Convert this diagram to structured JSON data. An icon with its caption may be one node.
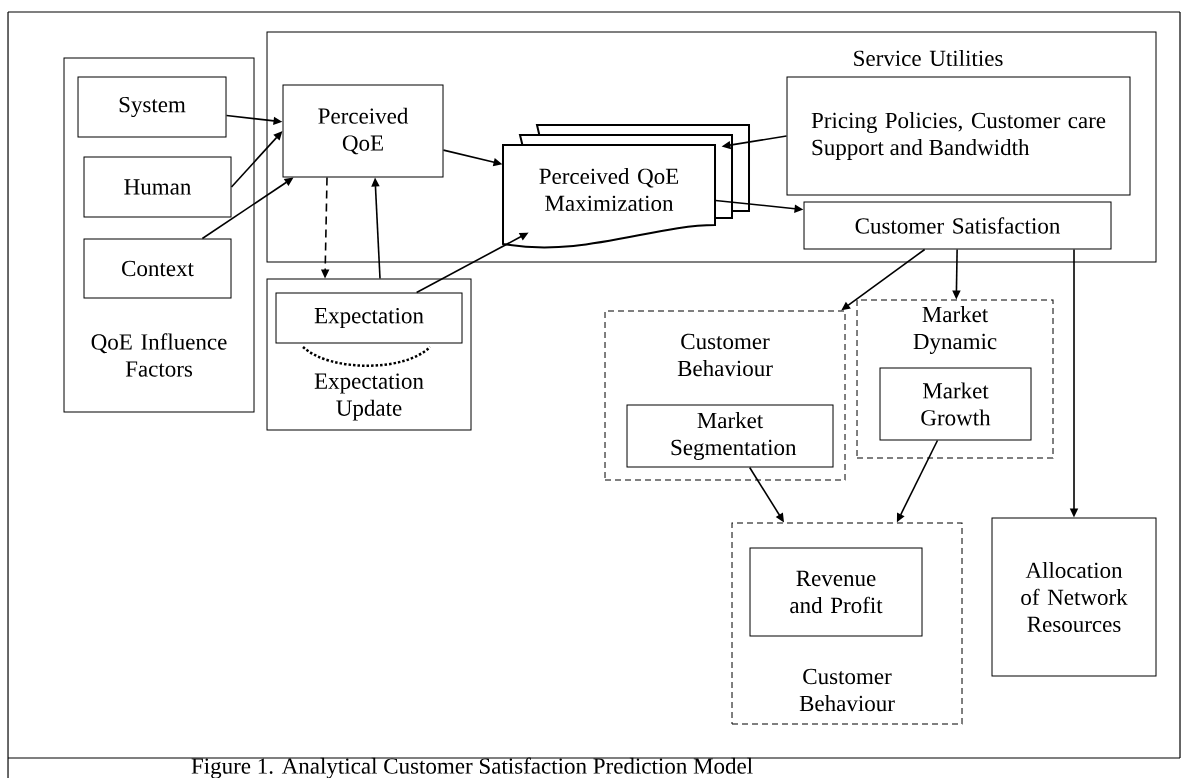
{
  "diagram": {
    "caption": "Figure 1. Analytical Customer Satisfaction Prediction Model",
    "nodes": [
      {
        "text": [
          "QoE Influence Factors"
        ]
      },
      {
        "text": [
          "System"
        ],
        "in": 0
      },
      {
        "text": [
          "Human"
        ],
        "in": 0
      },
      {
        "text": [
          "Context"
        ],
        "in": 0
      },
      {
        "text": [
          "Service Utilities"
        ]
      },
      {
        "text": [
          "Perceived QoE"
        ],
        "in": 4
      },
      {
        "text": [
          "Perceived QoE Maximization"
        ],
        "in": 4
      },
      {
        "text": [
          "Pricing Policies, Customer care Support and Bandwidth"
        ],
        "in": 4
      },
      {
        "text": [
          "Customer Satisfaction"
        ],
        "in": 4
      },
      {
        "text": [
          "Expectation Update"
        ]
      },
      {
        "text": [
          "Expectation"
        ],
        "in": 9
      },
      {
        "text": [
          "Customer Behaviour"
        ]
      },
      {
        "text": [
          "Market Segmentation"
        ],
        "in": 11
      },
      {
        "text": [
          "Market Dynamic"
        ]
      },
      {
        "text": [
          "Market Growth"
        ],
        "in": 13
      },
      {
        "text": [
          "Customer Behaviour"
        ]
      },
      {
        "text": [
          "Revenue and Profit"
        ],
        "in": 15
      },
      {
        "text": [
          "Allocation of Network Resources"
        ]
      }
    ],
    "edges": [
      {
        "from": 1,
        "to": 5,
        "arrow": "to"
      },
      {
        "from": 2,
        "to": 5,
        "arrow": "to"
      },
      {
        "from": 3,
        "to": 5,
        "arrow": "to"
      },
      {
        "from": 5,
        "to": 6,
        "arrow": "to"
      },
      {
        "from": 5,
        "to": 9,
        "arrow": "to",
        "style": "dashed"
      },
      {
        "from": 9,
        "to": 5,
        "arrow": "to"
      },
      {
        "from": 10,
        "to": 6,
        "arrow": "to"
      },
      {
        "from": 7,
        "to": 6,
        "arrow": "to"
      },
      {
        "from": 6,
        "to": 8,
        "arrow": "to"
      },
      {
        "from": 8,
        "to": 11,
        "arrow": "to"
      },
      {
        "from": 8,
        "to": 13,
        "arrow": "to"
      },
      {
        "from": 8,
        "to": 17,
        "arrow": "to"
      },
      {
        "from": 12,
        "to": 15,
        "arrow": "to"
      },
      {
        "from": 14,
        "to": 15,
        "arrow": "to"
      }
    ]
  }
}
